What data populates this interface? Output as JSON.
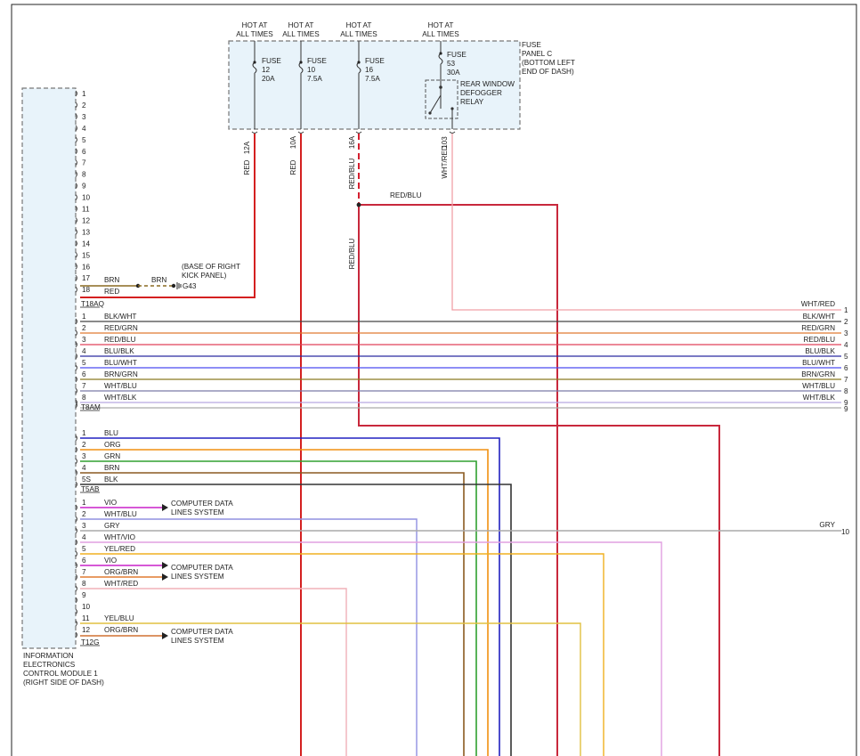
{
  "fuse_panel": {
    "title": [
      "FUSE",
      "PANEL C",
      "(BOTTOM LEFT",
      "END OF DASH)"
    ],
    "feeds": [
      {
        "hot": [
          "HOT AT",
          "ALL TIMES"
        ],
        "fuse": [
          "FUSE",
          "12",
          "20A"
        ],
        "pin": "12A",
        "color": "RED"
      },
      {
        "hot": [
          "HOT AT",
          "ALL TIMES"
        ],
        "fuse": [
          "FUSE",
          "10",
          "7.5A"
        ],
        "pin": "10A",
        "color": "RED"
      },
      {
        "hot": [
          "HOT AT",
          "ALL TIMES"
        ],
        "fuse": [
          "FUSE",
          "16",
          "7.5A"
        ],
        "pin": "16A",
        "color": "RED/BLU"
      },
      {
        "hot": [
          "HOT AT",
          "ALL TIMES"
        ],
        "fuse": [
          "FUSE",
          "53",
          "30A"
        ],
        "pin": "103",
        "color": "WHT/RED"
      }
    ],
    "relay": [
      "REAR WINDOW",
      "DEFOGGER",
      "RELAY"
    ]
  },
  "splice_label": "RED/BLU",
  "red_blu_down_label": "RED/BLU",
  "module": {
    "name": [
      "INFORMATION",
      "ELECTRONICS",
      "CONTROL MODULE 1",
      "(RIGHT SIDE OF DASH)"
    ]
  },
  "connector_t18aq": {
    "id": "T18AQ",
    "pins": [
      "1",
      "2",
      "3",
      "4",
      "5",
      "6",
      "7",
      "8",
      "9",
      "10",
      "11",
      "12",
      "13",
      "14",
      "15",
      "16",
      "17",
      "18"
    ],
    "wires": [
      {
        "pin": "17",
        "color": "BRN"
      },
      {
        "pin": "18",
        "color": "RED"
      }
    ],
    "ground": {
      "wire": "BRN",
      "name": "G43",
      "note": [
        "(BASE OF RIGHT",
        "KICK PANEL)"
      ]
    }
  },
  "connector_t8am": {
    "id": "T8AM",
    "wires": [
      {
        "pin": "1",
        "color": "BLK/WHT",
        "right_num": "2",
        "hex": "#444444"
      },
      {
        "pin": "2",
        "color": "RED/GRN",
        "right_num": "3",
        "hex": "#e07a30"
      },
      {
        "pin": "3",
        "color": "RED/BLU",
        "right_num": "4",
        "hex": "#e0405a"
      },
      {
        "pin": "4",
        "color": "BLU/BLK",
        "right_num": "5",
        "hex": "#2a2aa0"
      },
      {
        "pin": "5",
        "color": "BLU/WHT",
        "right_num": "6",
        "hex": "#4a4af0"
      },
      {
        "pin": "6",
        "color": "BRN/GRN",
        "right_num": "7",
        "hex": "#8a7a20"
      },
      {
        "pin": "7",
        "color": "WHT/BLU",
        "right_num": "8",
        "hex": "#7a7aa8"
      },
      {
        "pin": "8",
        "color": "WHT/BLK",
        "right_num": "9",
        "hex": "#b8a8e0"
      }
    ],
    "top_right": {
      "label": "WHT/RED",
      "num": "1"
    }
  },
  "connector_t5ab": {
    "id": "T5AB",
    "wires": [
      {
        "pin": "1",
        "color": "BLU"
      },
      {
        "pin": "2",
        "color": "ORG"
      },
      {
        "pin": "3",
        "color": "GRN"
      },
      {
        "pin": "4",
        "color": "BRN"
      },
      {
        "pin": "5S",
        "color": "BLK"
      }
    ]
  },
  "connector_t12g": {
    "id": "T12G",
    "pins": [
      {
        "pin": "1",
        "color": "VIO"
      },
      {
        "pin": "2",
        "color": "WHT/BLU"
      },
      {
        "pin": "3",
        "color": "GRY"
      },
      {
        "pin": "4",
        "color": "WHT/VIO"
      },
      {
        "pin": "5",
        "color": "YEL/RED"
      },
      {
        "pin": "6",
        "color": "VIO"
      },
      {
        "pin": "7",
        "color": "ORG/BRN"
      },
      {
        "pin": "8",
        "color": "WHT/RED"
      },
      {
        "pin": "9",
        "color": ""
      },
      {
        "pin": "10",
        "color": ""
      },
      {
        "pin": "11",
        "color": "YEL/BLU"
      },
      {
        "pin": "12",
        "color": "ORG/BRN"
      }
    ],
    "gry_right": {
      "label": "GRY",
      "num": "10"
    },
    "data_lines": [
      "COMPUTER DATA",
      "LINES SYSTEM"
    ]
  }
}
